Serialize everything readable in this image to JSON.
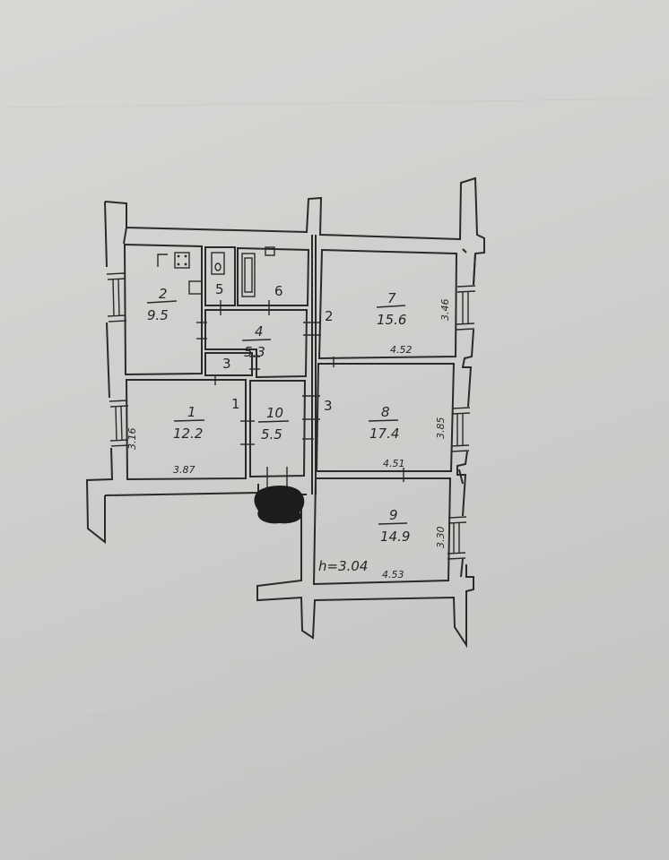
{
  "plan": {
    "rooms": [
      {
        "id": "room-1",
        "number": "1",
        "area": "12.2"
      },
      {
        "id": "room-2",
        "number": "2",
        "area": "9.5"
      },
      {
        "id": "room-4",
        "number": "4",
        "area": "5.3"
      },
      {
        "id": "room-5",
        "number": "5"
      },
      {
        "id": "room-6",
        "number": "6"
      },
      {
        "id": "room-7",
        "number": "7",
        "area": "15.6"
      },
      {
        "id": "room-8",
        "number": "8",
        "area": "17.4"
      },
      {
        "id": "room-9",
        "number": "9",
        "area": "14.9"
      },
      {
        "id": "room-10",
        "number": "10",
        "area": "5.5"
      },
      {
        "id": "room-3",
        "number": "3"
      }
    ],
    "passages": [
      "1",
      "2",
      "3"
    ],
    "dimensions": {
      "room1_width": "3.87",
      "room1_depth": "3.16",
      "room7_width": "4.52",
      "room7_depth": "3.46",
      "room8_width": "4.51",
      "room8_depth": "3.85",
      "room9_width": "4.53",
      "room9_depth": "3.30",
      "ceiling_height": "h=3.04"
    }
  }
}
